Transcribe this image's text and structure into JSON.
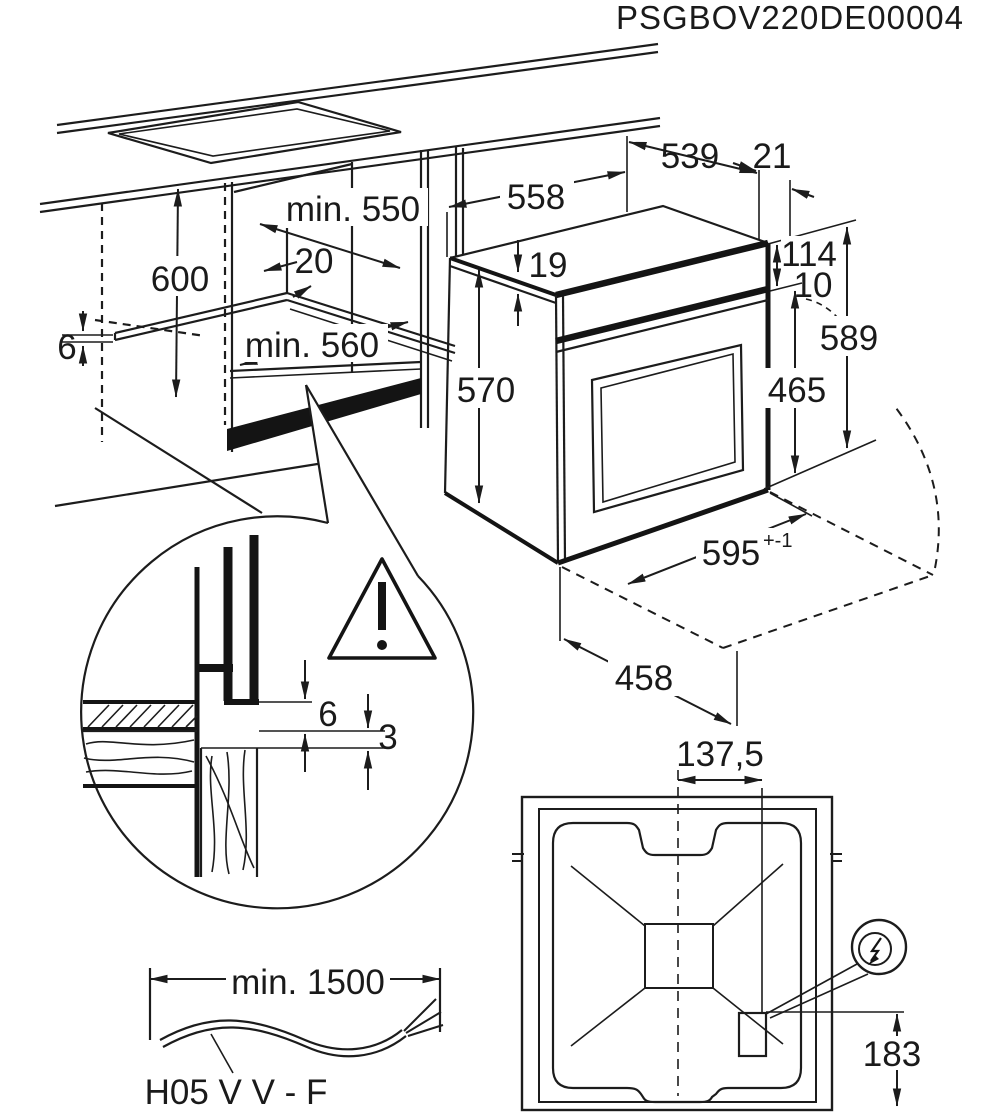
{
  "title": "PSGBOV220DE00004",
  "colors": {
    "ink": "#1c1c1c",
    "paper": "#ffffff"
  },
  "cabinet_view": {
    "niche_height": "600",
    "niche_depth_top": "min. 550",
    "back_gap": "20",
    "niche_depth_bottom": "min. 560",
    "rail_thickness": "6"
  },
  "oven_view": {
    "top_depth": "558",
    "body_width": "539",
    "back_offset": "21",
    "top_plate_thickness": "19",
    "control_panel_height": "114",
    "panel_door_gap": "10",
    "overall_height": "589",
    "side_height": "570",
    "door_height": "465",
    "front_width": "595",
    "front_width_tolerance": "+-1",
    "open_door_depth": "458"
  },
  "detail_view": {
    "upper_gap": "6",
    "lower_gap": "3",
    "warning_icon": "exclamation-triangle"
  },
  "cable_view": {
    "min_length": "min. 1500",
    "cable_type": "H05 V V - F"
  },
  "rear_view": {
    "connection_offset_horizontal": "137,5",
    "connection_offset_vertical": "183",
    "power_icon": "lightning-bolt"
  }
}
